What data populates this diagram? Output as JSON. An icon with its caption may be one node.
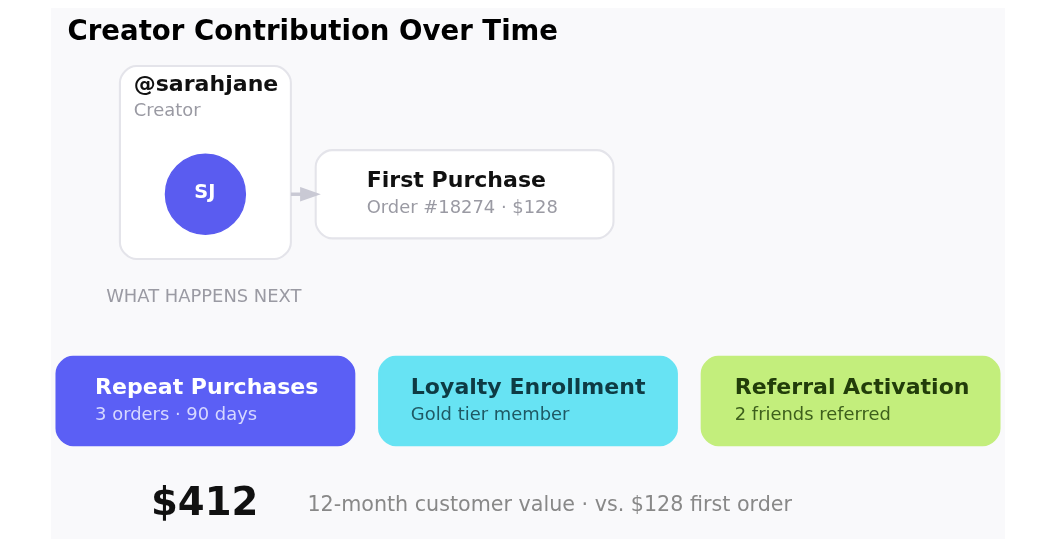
{
  "diagram": {
    "title": "Creator Contribution Over Time",
    "nodes": [
      {
        "text": [
          "@sarahjane",
          "Creator"
        ]
      },
      {
        "text": [
          "SJ"
        ],
        "in": 0
      },
      {
        "text": [
          "First Purchase",
          "Order #18274 · $128"
        ]
      },
      {
        "text": [
          "Repeat Purchases",
          "3 orders · 90 days"
        ]
      },
      {
        "text": [
          "Loyalty Enrollment",
          "Gold tier member"
        ]
      },
      {
        "text": [
          "Referral Activation",
          "2 friends referred"
        ]
      }
    ],
    "edges": [
      {
        "from": 0,
        "to": 2,
        "arrow": "to"
      }
    ],
    "labels": [
      "WHAT HAPPENS NEXT",
      "$412",
      "12-month customer value · vs. $128 first order"
    ]
  }
}
